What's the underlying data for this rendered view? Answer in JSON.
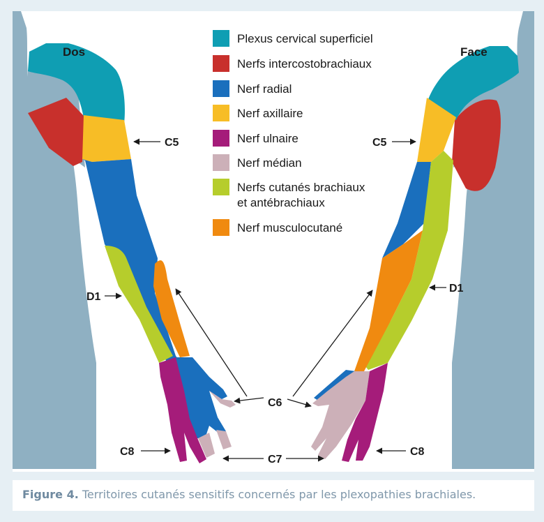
{
  "figure": {
    "view_back_label": "Dos",
    "view_front_label": "Face",
    "legend": [
      {
        "label": "Plexus cervical superficiel",
        "color": "#0f9eb3"
      },
      {
        "label": "Nerfs intercostobrachiaux",
        "color": "#c8302c"
      },
      {
        "label": "Nerf radial",
        "color": "#1a6fbd"
      },
      {
        "label": "Nerf axillaire",
        "color": "#f7bd26"
      },
      {
        "label": "Nerf ulnaire",
        "color": "#a51c7a"
      },
      {
        "label": "Nerf médian",
        "color": "#ccb0b8"
      },
      {
        "label": "Nerfs cutanés brachiaux",
        "label2": "et antébrachiaux",
        "color": "#b6cd2c"
      },
      {
        "label": "Nerf musculocutané",
        "color": "#f08a10"
      }
    ],
    "root_labels": {
      "c5_left": "C5",
      "c5_right": "C5",
      "d1_left": "D1",
      "d1_right": "D1",
      "c6": "C6",
      "c7": "C7",
      "c8_left": "C8",
      "c8_right": "C8"
    },
    "body_color": "#8fb0c2"
  },
  "caption": {
    "prefix": "Figure 4.",
    "text": " Territoires cutanés sensitifs concernés par les plexopathies brachiales."
  }
}
